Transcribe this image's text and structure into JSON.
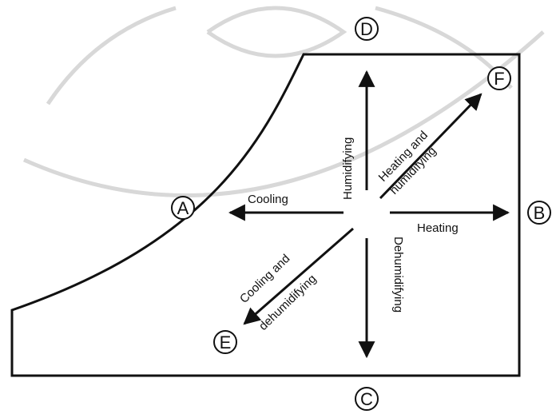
{
  "diagram": {
    "points": {
      "A": "A",
      "B": "B",
      "C": "C",
      "D": "D",
      "E": "E",
      "F": "F"
    },
    "processes": {
      "cooling": "Cooling",
      "heating": "Heating",
      "humidifying": "Humidifying",
      "dehumidifying": "Dehumidifying",
      "heating_humidifying": [
        "Heating and",
        "humidifying"
      ],
      "cooling_dehumidifying": [
        "Cooling and",
        "dehumidifying"
      ]
    },
    "colors": {
      "line": "#111111",
      "watermark": "#d8d8d8"
    }
  }
}
